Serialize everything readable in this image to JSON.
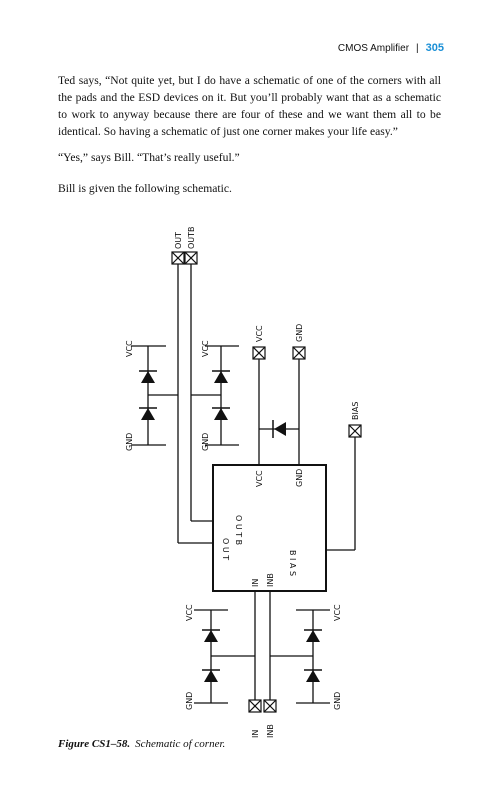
{
  "header": {
    "section": "CMOS Amplifier",
    "separator": "|",
    "page_number": "305"
  },
  "paragraphs": [
    "Ted says, “Not quite yet, but I do have a schematic of one of the corners with all the pads and the ESD devices on it. But you’ll probably want that as a schematic to work to anyway because there are four of these and we want them all to be identical. So having a schematic of just one corner makes your life easy.”",
    "“Yes,” says Bill. “That’s really useful.”",
    "Bill is given the following schematic."
  ],
  "schematic": {
    "pad_labels": {
      "out": "OUT",
      "outb": "OUTB",
      "vcc": "VCC",
      "gnd": "GND",
      "bias": "BIAS",
      "in": "IN",
      "inb": "INB"
    },
    "esd_labels": {
      "vcc": "VCC",
      "gnd": "GND"
    },
    "block_pins": {
      "vcc": "VCC",
      "gnd": "GND",
      "in": "IN",
      "inb": "INB",
      "out": "O U T",
      "outb": "O U T B",
      "bias": "B I A S"
    }
  },
  "caption": {
    "label": "Figure CS1–58.",
    "text": "Schematic of corner."
  }
}
